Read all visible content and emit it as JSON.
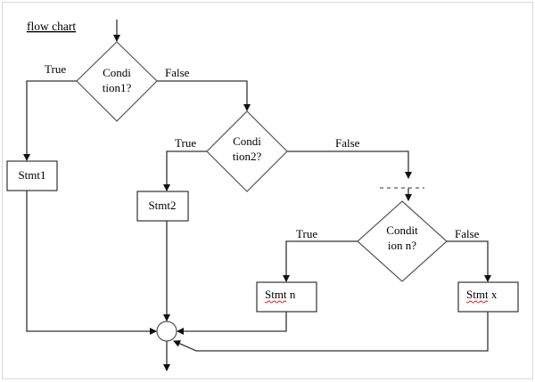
{
  "title": "flow chart",
  "nodes": {
    "cond1": {
      "line1": "Condi",
      "line2": "tion1?"
    },
    "cond2": {
      "line1": "Condi",
      "line2": "tion2?"
    },
    "condn": {
      "line1": "Condit",
      "line2": "ion n?"
    },
    "stmt1": "Stmt1",
    "stmt2": "Stmt2",
    "stmtn": "Stmt n",
    "stmtx": "Stmt x"
  },
  "edges": {
    "cond1_true": "True",
    "cond1_false": "False",
    "cond2_true": "True",
    "cond2_false": "False",
    "condn_true": "True",
    "condn_false": "False"
  },
  "colors": {
    "line": "#333333",
    "spellcheck": "#dd1111"
  }
}
